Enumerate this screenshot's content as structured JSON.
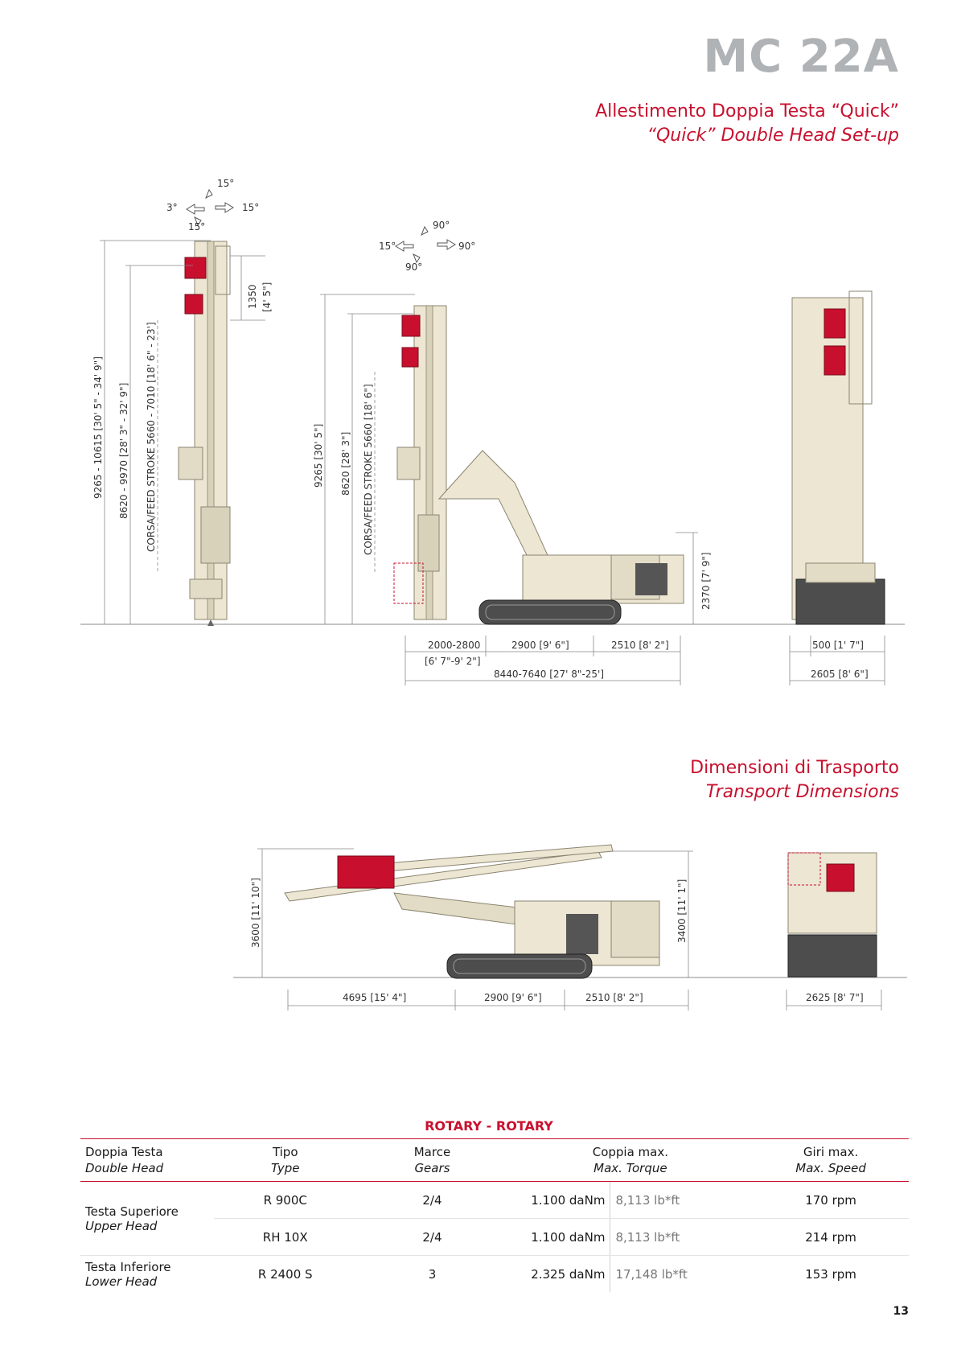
{
  "header": {
    "title": "MC 22A"
  },
  "section1": {
    "title_it": "Allestimento Doppia Testa “Quick”",
    "title_en": "“Quick” Double Head Set-up"
  },
  "section2": {
    "title_it": "Dimensioni di Trasporto",
    "title_en": "Transport Dimensions"
  },
  "drawing1": {
    "angles_a": {
      "top": "15°",
      "left": "3°",
      "right": "15°",
      "bottom": "15°"
    },
    "angles_b": {
      "top": "90°",
      "left": "15°",
      "right": "90°",
      "bottom": "90°"
    },
    "dim_total_height": "9265 - 10615 [30' 5\" - 34' 9\"]",
    "dim_mast_height": "8620 - 9970 [28' 3\" - 32' 9\"]",
    "dim_stroke_a": "CORSA/FEED STROKE 5660 - 7010 [18' 6\" - 23']",
    "dim_head": "1350",
    "dim_head_imp": "[4' 5\"]",
    "dim_height_b": "9265 [30' 5\"]",
    "dim_mast_b": "8620 [28' 3\"]",
    "dim_stroke_b": "CORSA/FEED STROKE 5660 [18' 6\"]",
    "dim_cab_height": "2370 [7' 9\"]",
    "dim_front": "2000-2800",
    "dim_front_imp": "[6' 7\"-9' 2\"]",
    "dim_track": "2900 [9' 6\"]",
    "dim_rear": "2510 [8' 2\"]",
    "dim_overall": "8440-7640 [27' 8\"-25']",
    "dim_track_width": "500 [1' 7\"]",
    "dim_width": "2605 [8' 6\"]"
  },
  "drawing2": {
    "dim_height_front": "3600 [11' 10\"]",
    "dim_height_rear": "3400 [11' 1\"]",
    "dim_front": "4695 [15' 4\"]",
    "dim_track": "2900 [9' 6\"]",
    "dim_rear": "2510 [8' 2\"]",
    "dim_width": "2625 [8' 7\"]"
  },
  "table": {
    "title": "ROTARY - ROTARY",
    "headers": [
      {
        "it": "Doppia Testa",
        "en": "Double Head"
      },
      {
        "it": "Tipo",
        "en": "Type"
      },
      {
        "it": "Marce",
        "en": "Gears"
      },
      {
        "it": "Coppia max.",
        "en": "Max. Torque"
      },
      {
        "it": "Giri max.",
        "en": "Max. Speed"
      }
    ],
    "rows": [
      {
        "group_it": "Testa Superiore",
        "group_en": "Upper Head",
        "type": "R 900C",
        "gears": "2/4",
        "torque": "1.100 daNm",
        "torque_imp": "8,113 lb*ft",
        "speed": "170 rpm"
      },
      {
        "type": "RH 10X",
        "gears": "2/4",
        "torque": "1.100 daNm",
        "torque_imp": "8,113 lb*ft",
        "speed": "214 rpm"
      },
      {
        "group_it": "Testa Inferiore",
        "group_en": "Lower Head",
        "type": "R 2400 S",
        "gears": "3",
        "torque": "2.325 daNm",
        "torque_imp": "17,148 lb*ft",
        "speed": "153 rpm"
      }
    ]
  },
  "page_number": "13",
  "colors": {
    "accent": "#c8102e",
    "title_gray": "#b0b3b6",
    "machine": "#e9e3d0",
    "head_red": "#c8102e"
  }
}
